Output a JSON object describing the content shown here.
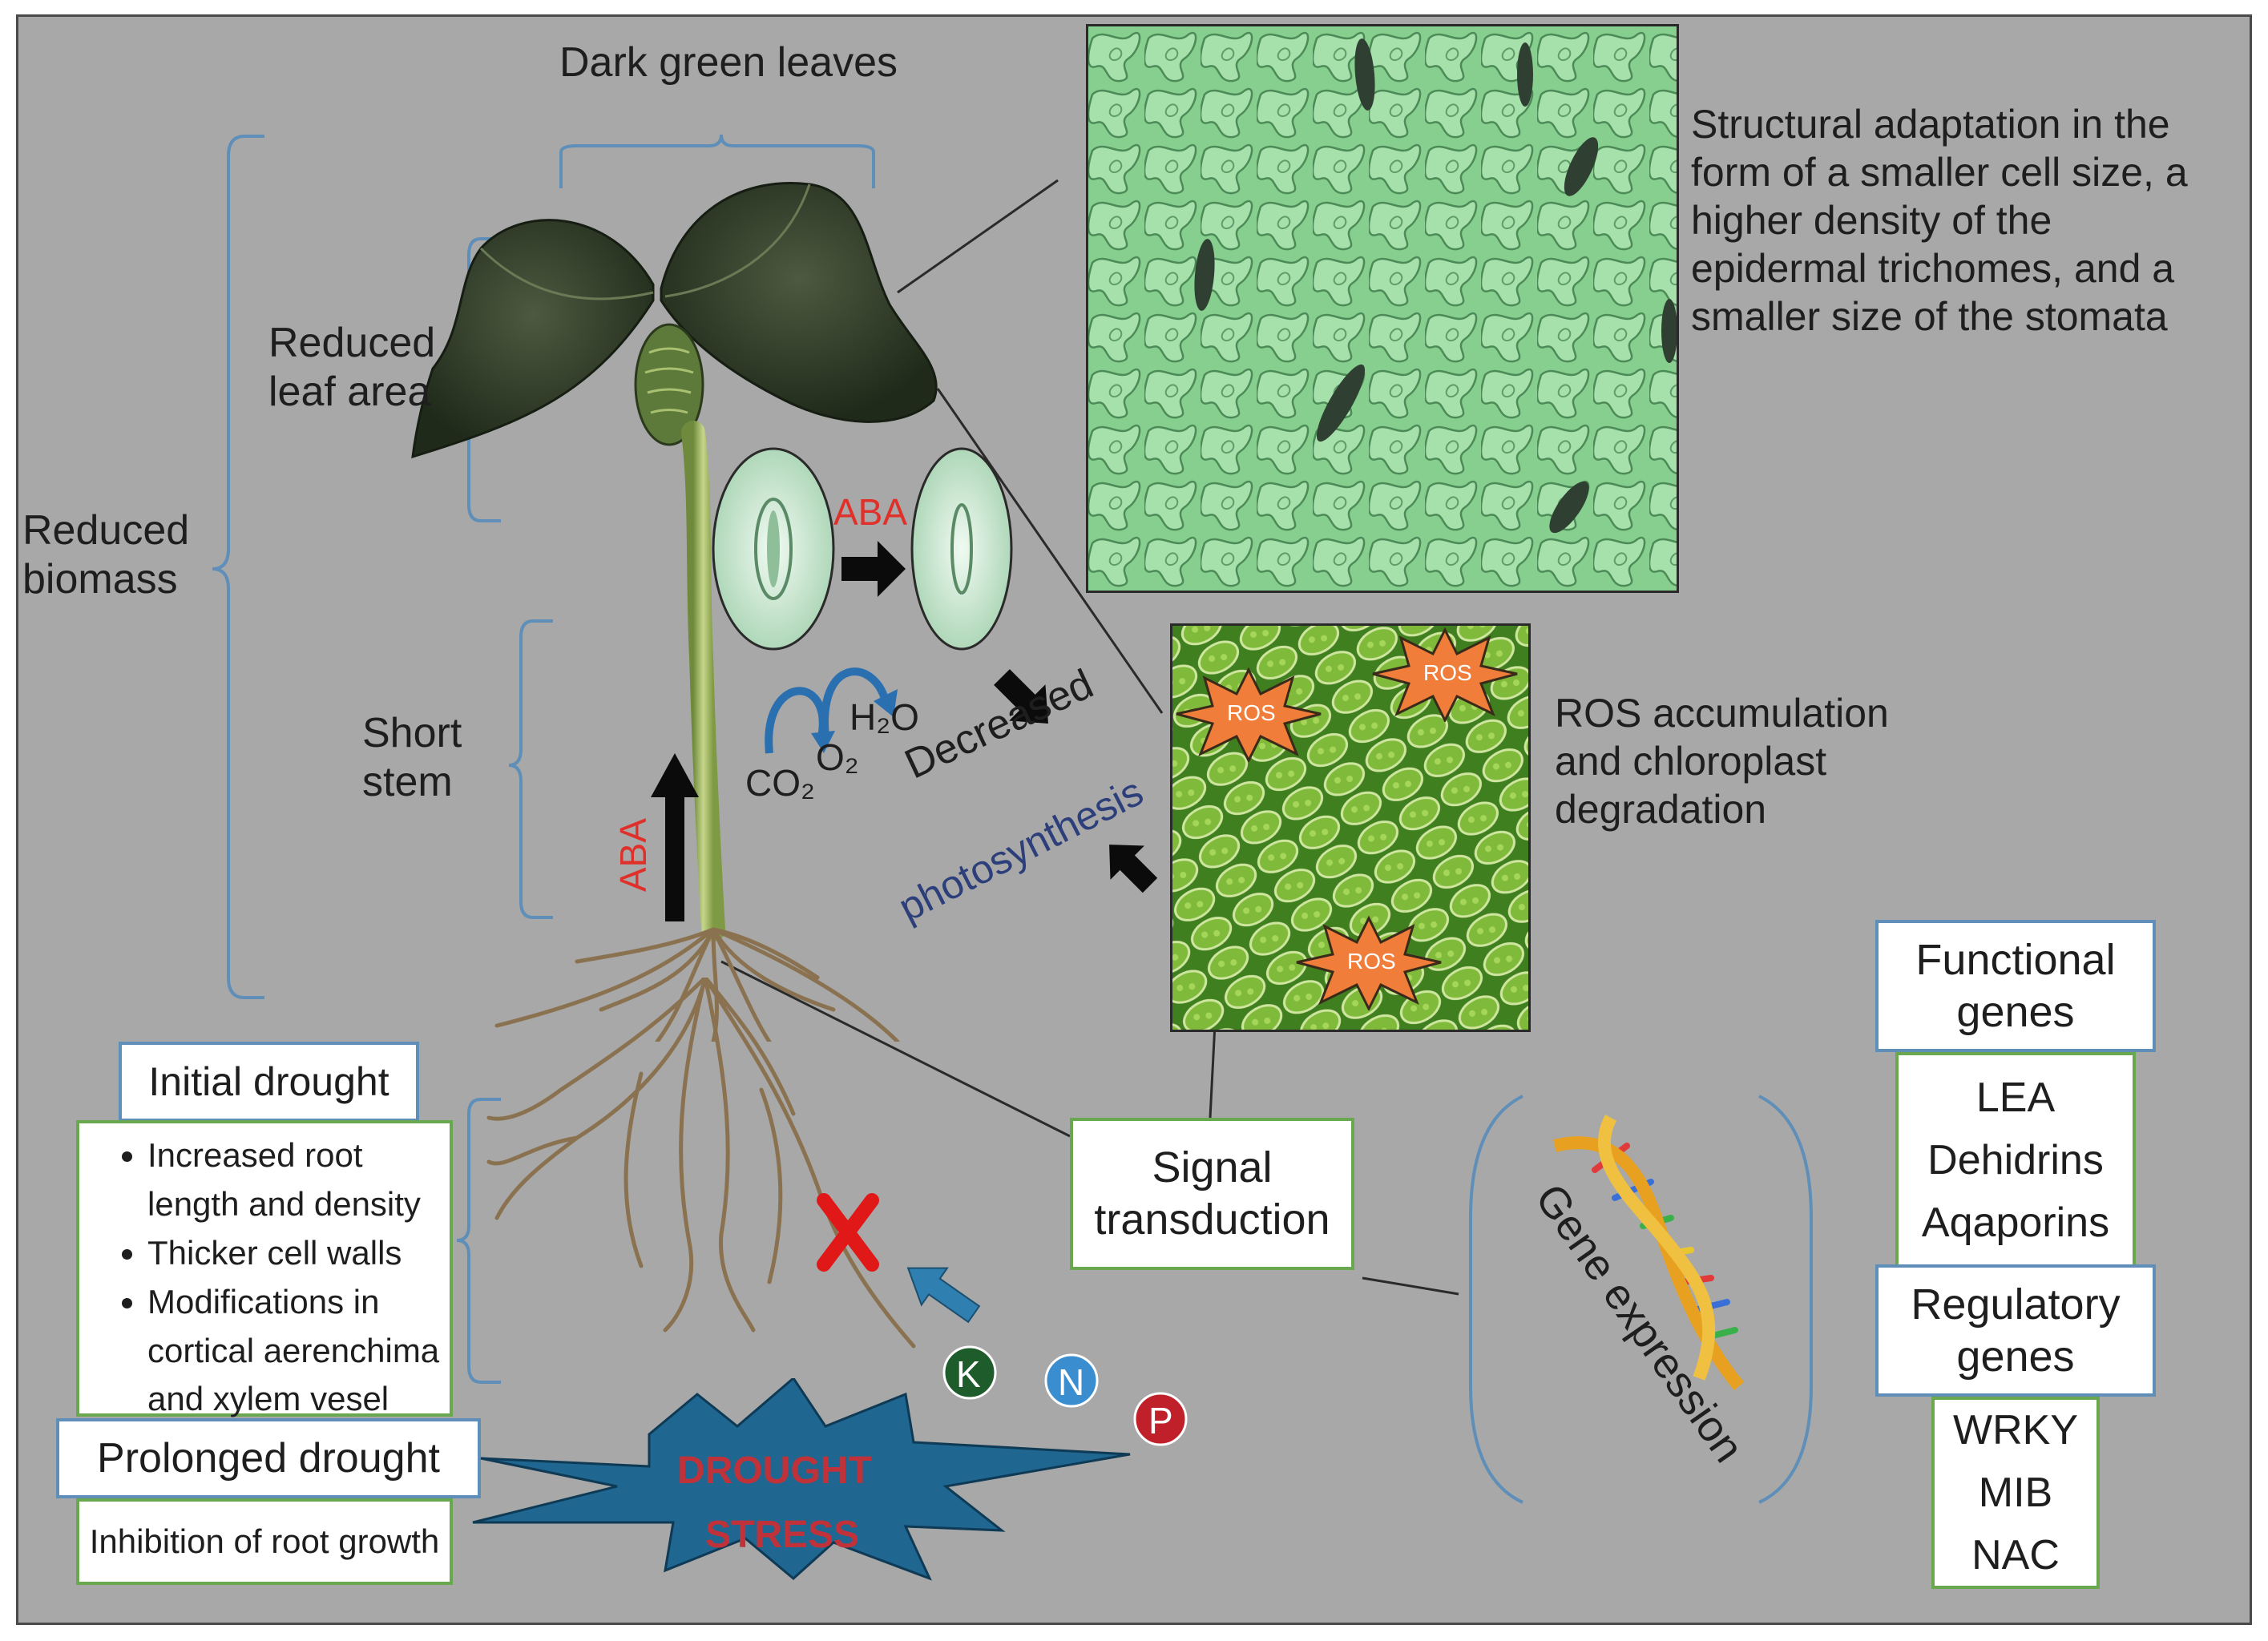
{
  "labels": {
    "dark_green_leaves": "Dark green leaves",
    "reduced_leaf_area": "Reduced\nleaf area",
    "reduced_biomass": "Reduced\nbiomass",
    "short_stem": "Short\nstem",
    "aba_top": "ABA",
    "aba_side": "ABA",
    "h2o": "H₂O",
    "co2": "CO₂",
    "o2": "O₂",
    "decreased": "Decreased",
    "photosynthesis": "photosynthesis",
    "structural_adaptation": "Structural adaptation in the\nform of a smaller cell size, a\nhigher density of the\nepidermal trichomes, and a\nsmaller size of the stomata",
    "ros_accumulation": "ROS accumulation\nand chloroplast\ndegradation",
    "ros_badge": "ROS",
    "gene_expression": "Gene expression",
    "drought_stress_1": "DROUGHT",
    "drought_stress_2": "STRESS",
    "nutrient_k": "K",
    "nutrient_n": "N",
    "nutrient_p": "P"
  },
  "boxes": {
    "initial_drought": "Initial drought",
    "initial_bullets": [
      "Increased root\nlength and density",
      "Thicker cell walls",
      "Modifications in\ncortical aerenchima\nand xylem vesel"
    ],
    "prolonged_drought": "Prolonged drought",
    "inhibition": "Inhibition of root growth",
    "signal_transduction": "Signal\ntransduction",
    "functional_genes": "Functional\ngenes",
    "functional_list": [
      "LEA",
      "Dehidrins",
      "Aqaporins"
    ],
    "regulatory_genes": "Regulatory\ngenes",
    "regulatory_list": [
      "WRKY",
      "MIB",
      "NAC"
    ]
  },
  "colors": {
    "background": "#a8a8a8",
    "aba_red": "#e0302a",
    "photosynthesis_navy": "#2d3f7a",
    "bracket_blue": "#5f8fb8",
    "drought_star": "#1f6690",
    "ros_orange": "#f07d3a",
    "box_border_green": "#6aa84f",
    "box_border_blue": "#5f8fb8"
  },
  "icons": [
    "dna-helix-icon",
    "red-x-icon",
    "black-arrow-icon",
    "blue-arrow-icon",
    "stomata-open-icon",
    "stomata-closed-icon",
    "drought-star-icon",
    "ros-burst-icon",
    "plant-illustration",
    "leaf-micrograph",
    "chloroplast-micrograph"
  ]
}
